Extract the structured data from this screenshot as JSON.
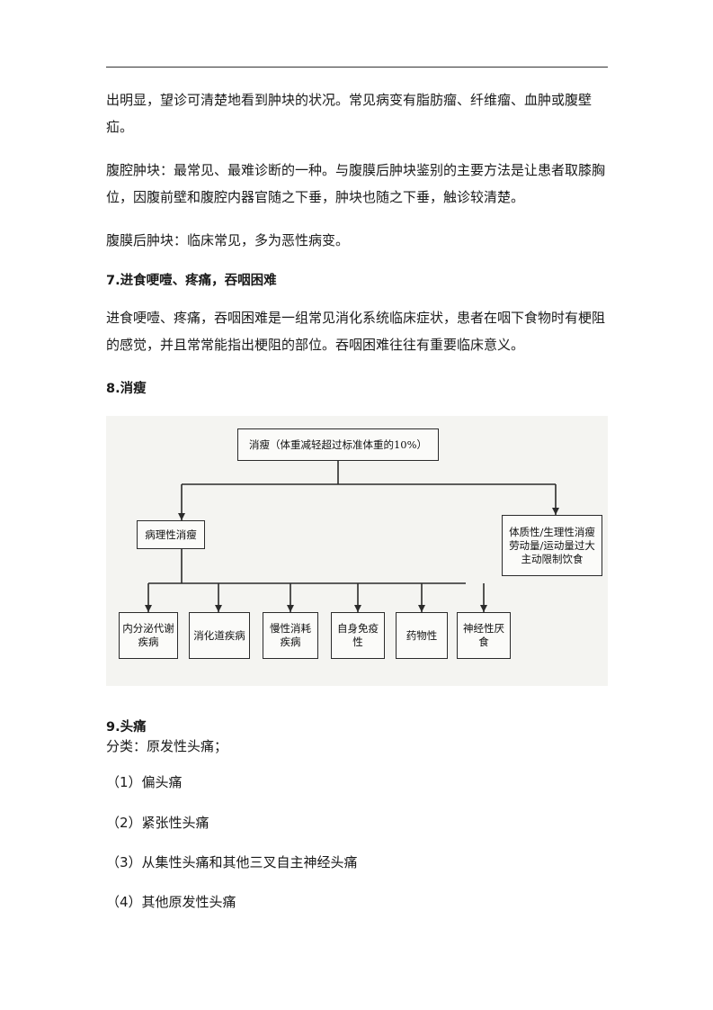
{
  "paragraphs": {
    "p1": "出明显，望诊可清楚地看到肿块的状况。常见病变有脂肪瘤、纤维瘤、血肿或腹壁疝。",
    "p2": "腹腔肿块：最常见、最难诊断的一种。与腹膜后肿块鉴别的主要方法是让患者取膝胸位，因腹前壁和腹腔内器官随之下垂，肿块也随之下垂，触诊较清楚。",
    "p3": "腹膜后肿块：临床常见，多为恶性病变。",
    "p4": "进食哽噎、疼痛，吞咽困难是一组常见消化系统临床症状，患者在咽下食物时有梗阻的感觉，并且常常能指出梗阻的部位。吞咽困难往往有重要临床意义。"
  },
  "headings": {
    "h7": "7.进食哽噎、疼痛，吞咽困难",
    "h8": "8.消瘦",
    "h9": "9.头痛"
  },
  "diagram": {
    "root": "消瘦（体重减轻超过标准体重的10%）",
    "left": "病理性消瘦",
    "right": "体质性/生理性消瘦劳动量/运动量过大主动限制饮食",
    "children": [
      "内分泌代谢疾病",
      "消化道疾病",
      "慢性消耗疾病",
      "自身免疫性",
      "药物性",
      "神经性厌食"
    ]
  },
  "headache": {
    "intro": "分类：原发性头痛；",
    "items": [
      "（1）偏头痛",
      "（2）紧张性头痛",
      "（3）从集性头痛和其他三叉自主神经头痛",
      "（4）其他原发性头痛"
    ]
  }
}
